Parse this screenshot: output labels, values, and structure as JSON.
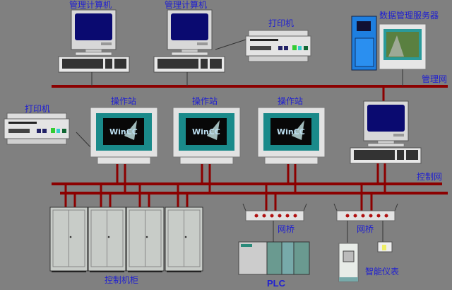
{
  "title": "控制系统网络结构图",
  "management": {
    "computer_label_1": "管理计算机",
    "computer_label_2": "管理计算机",
    "printer_label": "打印机",
    "server_label": "数据管理服务器",
    "network_label": "管理网"
  },
  "operations": {
    "printer_label": "打印机",
    "stations": [
      {
        "label": "操作站",
        "logo": "WinCC"
      },
      {
        "label": "操作站",
        "logo": "WinCC"
      },
      {
        "label": "操作站",
        "logo": "WinCC"
      }
    ],
    "network_label": "控制网"
  },
  "field": {
    "cabinet_label": "控制机柜",
    "bridge_label_1": "网桥",
    "bridge_label_2": "网桥",
    "plc_label": "PLC",
    "instrument_label": "智能仪表"
  },
  "colors": {
    "background": "#808080",
    "network": "#8b0000",
    "label": "#2020d0"
  }
}
